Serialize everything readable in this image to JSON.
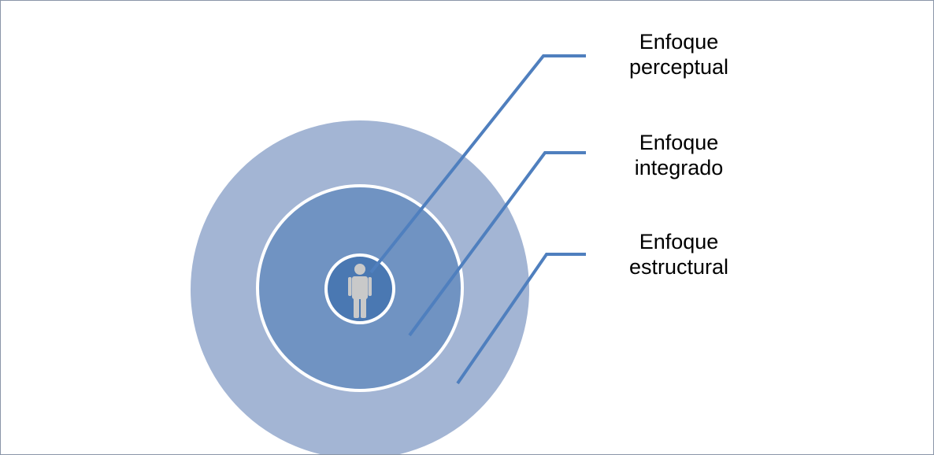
{
  "diagram": {
    "colors": {
      "outer_ring": "#a3b5d4",
      "middle_ring": "#7093c2",
      "inner_circle": "#4a78b2",
      "person_icon": "#c9c9c9",
      "leader_lines": "#4f7fbe",
      "separator": "#ffffff",
      "frame": "#8a96a8"
    },
    "labels": [
      {
        "line1": "Enfoque",
        "line2": "perceptual"
      },
      {
        "line1": "Enfoque",
        "line2": "integrado"
      },
      {
        "line1": "Enfoque",
        "line2": "estructural"
      }
    ],
    "center_icon": "person-icon"
  }
}
